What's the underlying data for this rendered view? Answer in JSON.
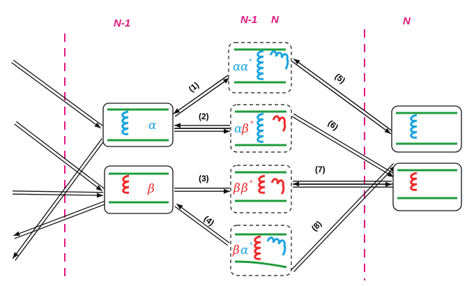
{
  "headers": {
    "left": "N-1",
    "mid_left": "N-1",
    "mid_right": "N",
    "right": "N"
  },
  "left_boxes": {
    "alpha": "α",
    "beta": "β"
  },
  "mid_boxes": [
    {
      "a": "α",
      "b": "α"
    },
    {
      "a": "α",
      "b": "β"
    },
    {
      "a": "β",
      "b": "β"
    },
    {
      "a": "β",
      "b": "α"
    }
  ],
  "star": "*",
  "labels": [
    "(1)",
    "(2)",
    "(3)",
    "(4)",
    "(5)",
    "(6)",
    "(7)",
    "(8)"
  ],
  "colors": {
    "magenta": "#e2157f",
    "blue": "#17a3e0",
    "red": "#ee2a2a",
    "green": "#1e9c3c"
  }
}
